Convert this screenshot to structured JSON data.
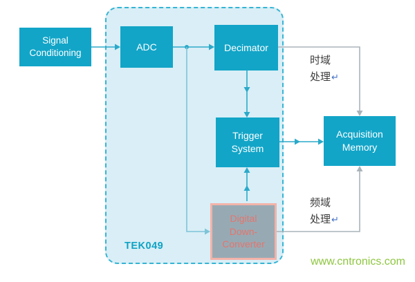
{
  "blocks": {
    "signal_conditioning": {
      "label": "Signal Conditioning"
    },
    "adc": {
      "label": "ADC"
    },
    "decimator": {
      "label": "Decimator"
    },
    "trigger_system": {
      "label": "Trigger System"
    },
    "digital_down_converter": {
      "label": "Digital Down-Converter"
    },
    "acquisition_memory": {
      "label": "Acquisition Memory"
    }
  },
  "container": {
    "label": "TEK049"
  },
  "annotations": {
    "time_domain": {
      "line1": "时域",
      "line2": "处理",
      "mark": "↵"
    },
    "freq_domain": {
      "line1": "频域",
      "line2": "处理",
      "mark": "↵"
    }
  },
  "watermark": "www.cntronics.com",
  "colors": {
    "block_fill": "#12A5C8",
    "block_text": "#FFFFFF",
    "container_fill": "#D9EEF6",
    "container_border": "#35B4D3",
    "ddc_fill": "#97AAB4",
    "ddc_border": "#F3B3A9",
    "ddc_text": "#E4756C",
    "arrow": "#2AA9C9",
    "branch_arrow": "#7EC4D8",
    "elbow_line": "#A9B4BA",
    "annotation_text": "#3C3C3C",
    "return_mark": "#4472C4",
    "tek_label": "#0FA2C4",
    "watermark": "#8DC63F"
  }
}
